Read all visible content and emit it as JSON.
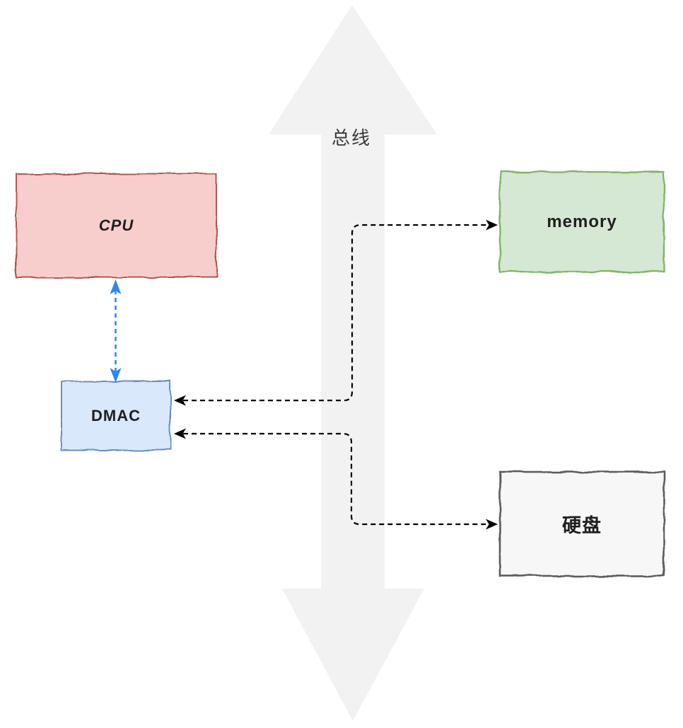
{
  "diagram": {
    "background": "#ffffff",
    "text_color": "#1f1f1f",
    "bus": {
      "label": "总线",
      "fill": "#f2f2f2",
      "label_color": "#3a3a3a",
      "direction": "both"
    },
    "nodes": {
      "cpu": {
        "label": "CPU",
        "fill": "#f8cecc",
        "stroke": "#b85450"
      },
      "memory": {
        "label": "memory",
        "fill": "#d5e8d4",
        "stroke": "#82b366"
      },
      "dmac": {
        "label": "DMAC",
        "fill": "#dae8fc",
        "stroke": "#6c8ebf"
      },
      "disk": {
        "label": "硬盘",
        "fill": "#f7f7f7",
        "stroke": "#5b5b5b"
      }
    },
    "edges": {
      "cpu_dmac": {
        "from": "CPU",
        "to": "DMAC",
        "color": "#2e86f7",
        "style": "dashed",
        "direction": "both"
      },
      "dmac_memory": {
        "from": "DMAC",
        "to": "memory",
        "color": "#000000",
        "style": "dashed",
        "direction": "both"
      },
      "dmac_disk": {
        "from": "DMAC",
        "to": "硬盘",
        "color": "#000000",
        "style": "dashed",
        "direction": "both"
      }
    }
  }
}
